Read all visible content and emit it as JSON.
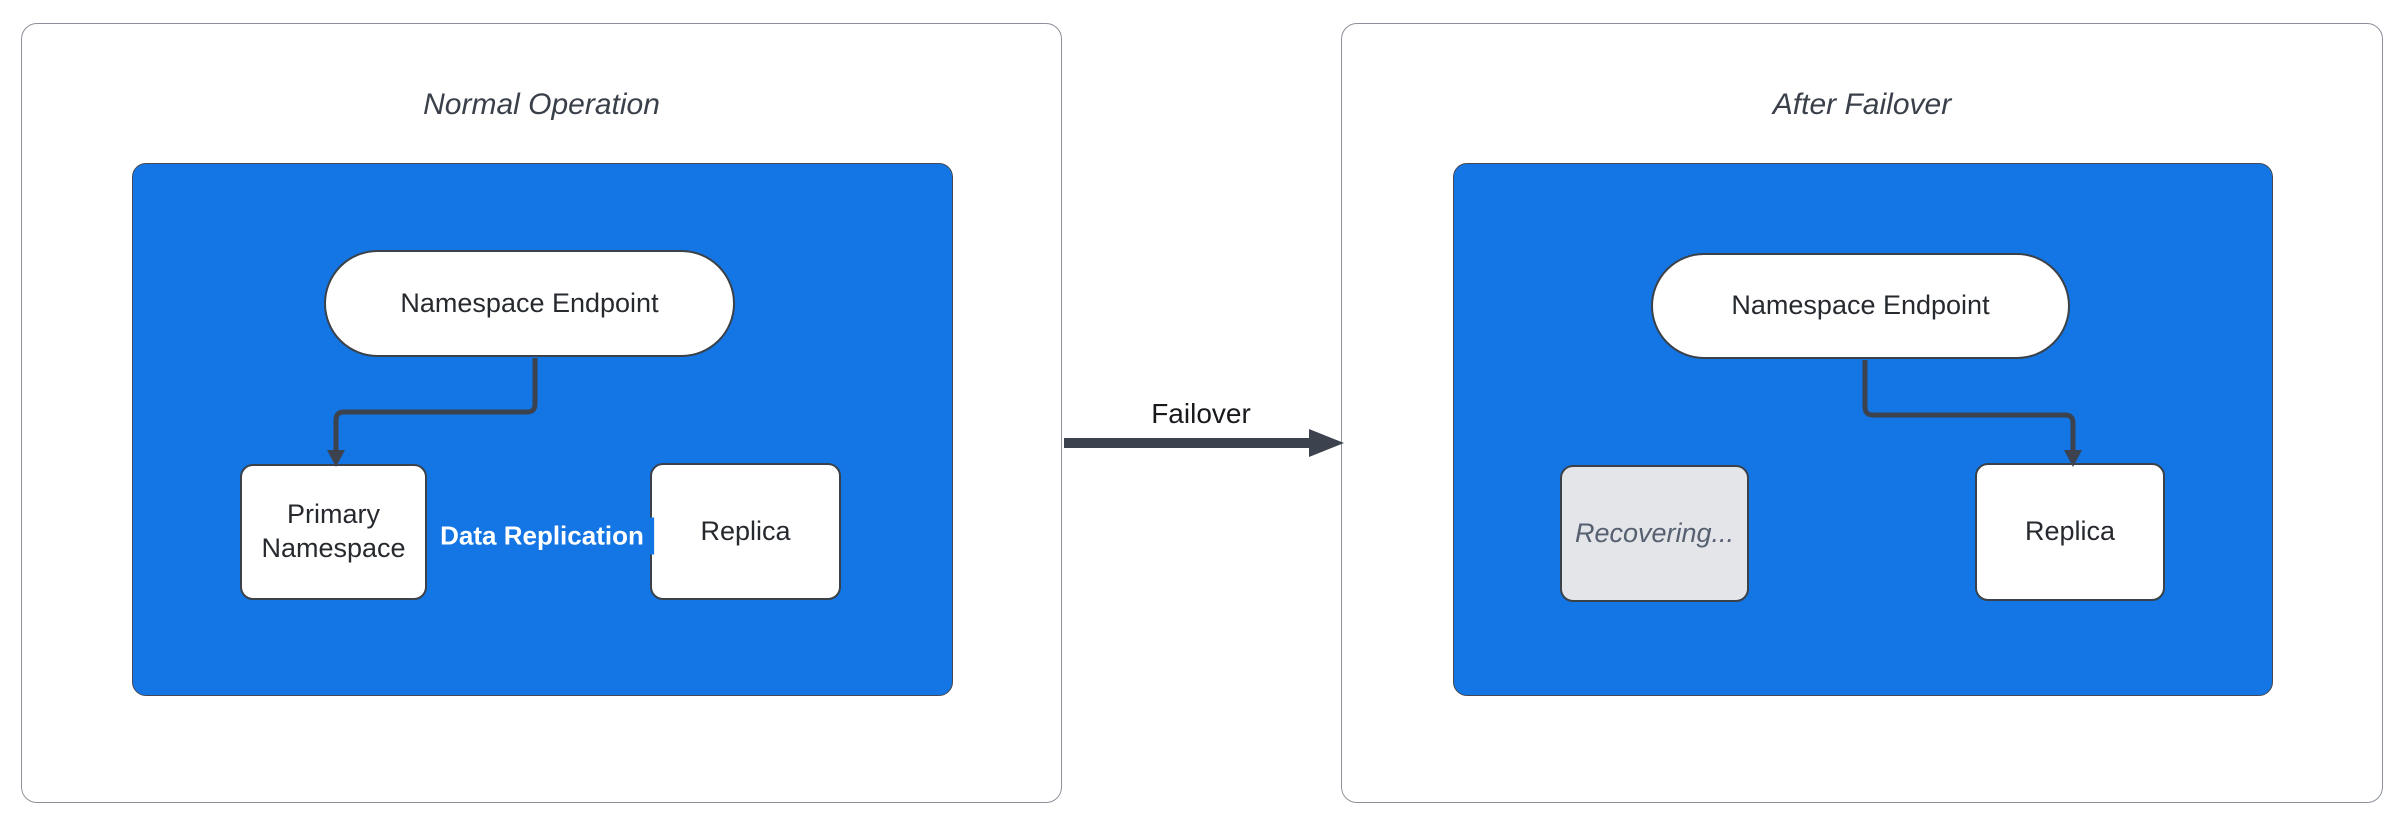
{
  "colors": {
    "page_bg": "#FFFFFF",
    "panel_fill": "#FFFFFF",
    "panel_border": "#8C9199",
    "container_blue": "#1476E4",
    "container_stroke": "#454A52",
    "node_border": "#3A4149",
    "node_text": "#26292E",
    "title_text": "#3A4049",
    "label_text": "#17191C",
    "edge_label_text": "#FFFFFF",
    "recovering_fill": "#E3E5E9",
    "recovering_text": "#566070",
    "connector": "#3C434E"
  },
  "diagram": {
    "transition": {
      "label": "Failover",
      "direction": "left-to-right"
    },
    "panels": [
      {
        "title": "Normal Operation",
        "nodes": [
          {
            "id": "namespace-endpoint",
            "label": "Namespace Endpoint",
            "shape": "stadium"
          },
          {
            "id": "primary-namespace",
            "label": "Primary Namespace",
            "shape": "rounded-rect"
          },
          {
            "id": "replica",
            "label": "Replica",
            "shape": "rounded-rect"
          }
        ],
        "edges": [
          {
            "from": "namespace-endpoint",
            "to": "primary-namespace",
            "label": ""
          },
          {
            "from": "primary-namespace",
            "to": "replica",
            "label": "Data Replication"
          }
        ]
      },
      {
        "title": "After Failover",
        "nodes": [
          {
            "id": "namespace-endpoint",
            "label": "Namespace Endpoint",
            "shape": "stadium"
          },
          {
            "id": "recovering",
            "label": "Recovering...",
            "shape": "rounded-rect",
            "state": "inactive"
          },
          {
            "id": "replica",
            "label": "Replica",
            "shape": "rounded-rect"
          }
        ],
        "edges": [
          {
            "from": "namespace-endpoint",
            "to": "replica",
            "label": ""
          }
        ]
      }
    ]
  }
}
